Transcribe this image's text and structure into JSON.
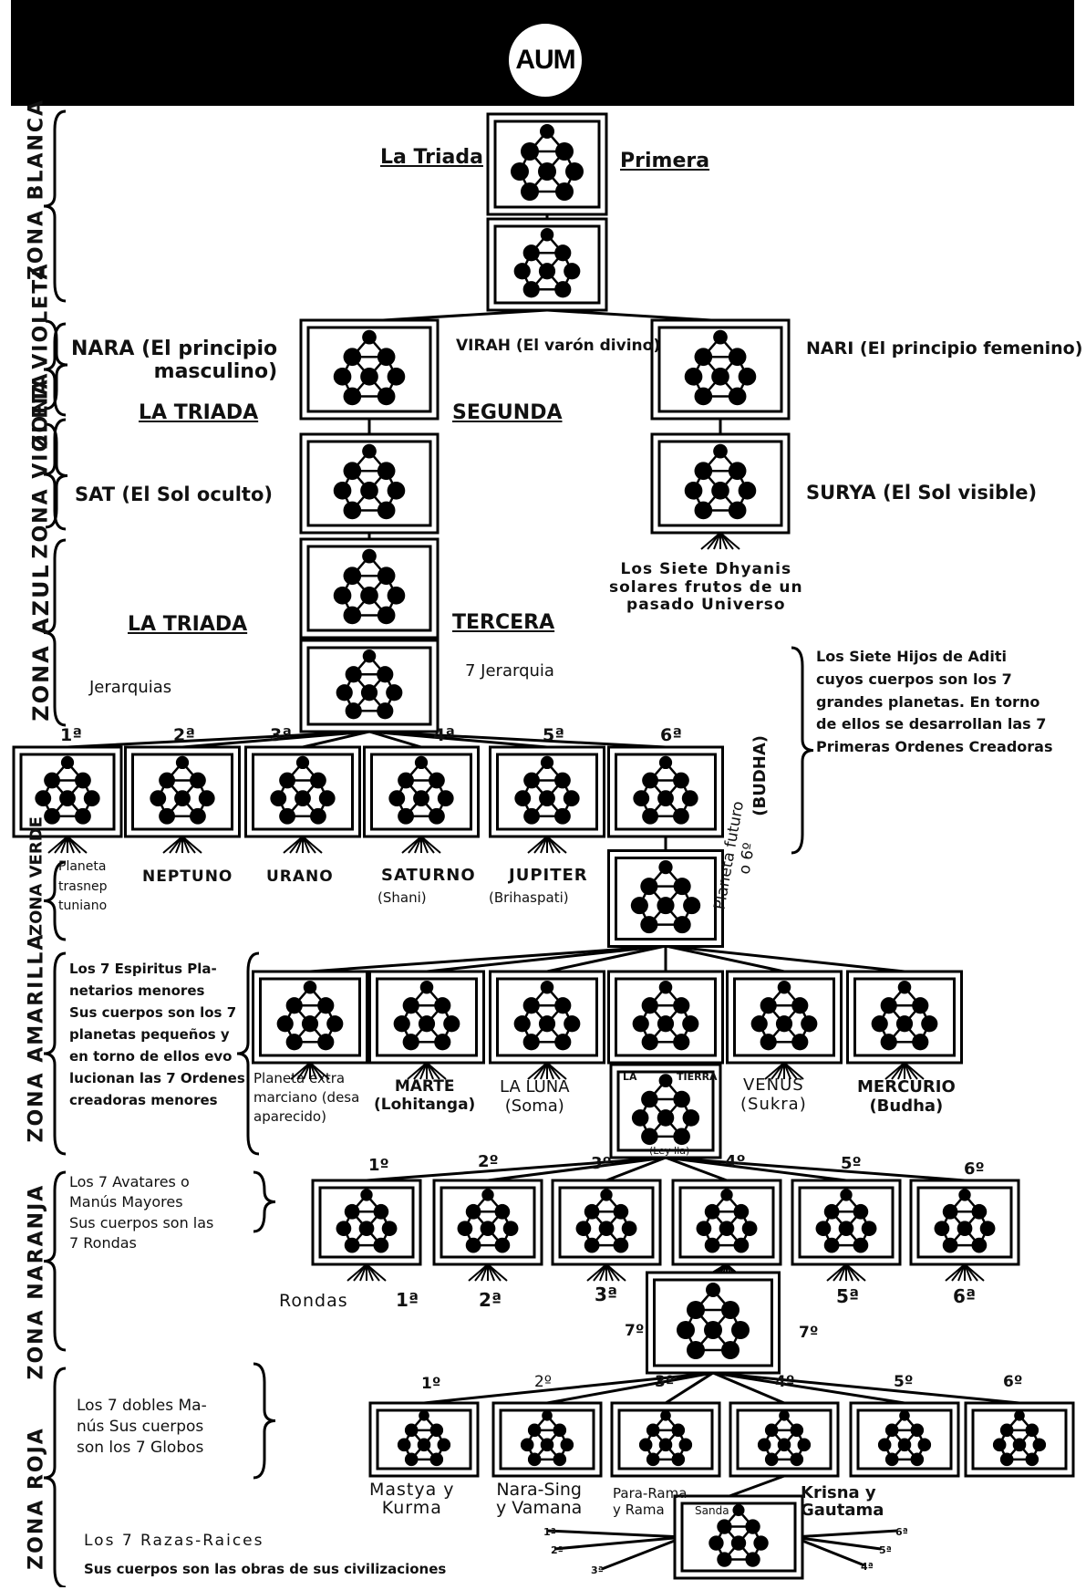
{
  "header": {
    "aum": "AUM"
  },
  "zones": [
    "ZONA BLANCA",
    "ZONA VIOLETA",
    "ZONA VIOLETA",
    "ZONA AZUL",
    "ZONA VERDE",
    "ZONA AMARILLA",
    "ZONA NARANJA",
    "ZONA ROJA"
  ],
  "first_triad": {
    "left": "La Triada",
    "right": "Primera"
  },
  "second_triad": {
    "nara": "NARA (El principio\nmasculino)",
    "virah": "VIRAH (El varón divino)",
    "nari": "NARI (El principio femenino)",
    "left": "LA TRIADA",
    "right": "SEGUNDA",
    "sat": "SAT (El Sol oculto)",
    "surya": "SURYA (El Sol visible)",
    "dhyanis": "Los Siete Dhyanis\nsolares frutos de un\npasado Universo"
  },
  "third_triad": {
    "left": "LA TRIADA",
    "right": "TERCERA",
    "jerarquias": "Jerarquias",
    "seventh": "7 Jerarquia",
    "aditi": "Los Siete Hijos de Aditi\ncuyos cuerpos son los 7\ngrandes planetas. En torno\nde ellos se desarrollan las 7\nPrimeras Ordenes Creadoras",
    "ordinals": [
      "1ª",
      "2ª",
      "3ª",
      "4ª",
      "5ª",
      "6ª"
    ],
    "budha": "(BUDHA)",
    "futuro": "Planeta futuro\no 6º"
  },
  "planets": {
    "trasneptuniano": "Planeta\ntrasnep\ntuniano",
    "names": [
      "NEPTUNO",
      "URANO",
      "SATURNO",
      "JUPITER"
    ],
    "saturno_sub": "(Shani)",
    "jupiter_sub": "(Brihaspati)"
  },
  "amarilla": {
    "note": "Los 7 Espiritus Pla-\nnetarios menores\nSus cuerpos son los 7\nplanetas pequeños y\nen torno de ellos evo\nlucionan las 7 Ordenes\ncreadoras menores",
    "extra": "Planeta extra\nmarciano (desa\naparecido)",
    "marte": "MARTE\n(Lohitanga)",
    "luna": "LA LUNA\n(Soma)",
    "tierra_la": "LA",
    "tierra": "TIERRA",
    "tierra_sub": "(Ley Ila)",
    "venus": "VENUS\n(Sukra)",
    "mercurio": "MERCURIO\n(Budha)"
  },
  "naranja": {
    "note": "Los 7 Avatares o\nManús Mayores\nSus cuerpos son las\n7 Rondas",
    "ordinals": [
      "1º",
      "2º",
      "3º",
      "4º",
      "5º",
      "6º"
    ],
    "rondas": "Rondas",
    "rondas_ordinals": [
      "1ª",
      "2ª",
      "3ª",
      "5ª",
      "6ª"
    ],
    "seventh_left": "7º",
    "seventh_right": "7º"
  },
  "roja": {
    "note": "Los 7 dobles Ma-\nnús Sus cuerpos\nson los 7 Globos",
    "ordinals": [
      "1º",
      "2º",
      "3º",
      "4º",
      "5º",
      "6º"
    ],
    "mastya": "Mastya y\nKurma",
    "nara": "Nara-Sing\ny Vamana",
    "para": "Para-Rama\ny Rama",
    "sanda": "Sanda",
    "krisna": "Krisna y\nGautama",
    "razas": "Los 7 Razas-Raices",
    "obras": "Sus cuerpos son las obras de sus civilizaciones",
    "race_ordinals": [
      "1ª",
      "2ª",
      "3ª",
      "4ª",
      "5ª",
      "6ª"
    ]
  }
}
